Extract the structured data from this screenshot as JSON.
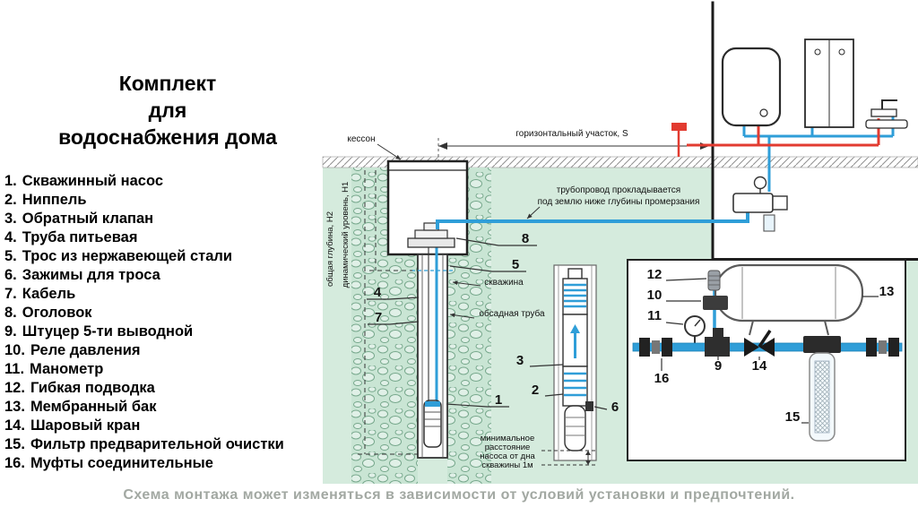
{
  "title": {
    "lines": [
      "Комплект",
      "для",
      "водоснабжения дома"
    ]
  },
  "parts_list": [
    {
      "num": "1.",
      "label": "Скважинный насос"
    },
    {
      "num": "2.",
      "label": "Ниппель"
    },
    {
      "num": "3.",
      "label": "Обратный клапан"
    },
    {
      "num": "4.",
      "label": "Труба питьевая"
    },
    {
      "num": "5.",
      "label": "Трос из нержавеющей стали"
    },
    {
      "num": "6.",
      "label": "Зажимы для троса"
    },
    {
      "num": "7.",
      "label": "Кабель"
    },
    {
      "num": "8.",
      "label": "Оголовок"
    },
    {
      "num": "9.",
      "label": "Штуцер 5-ти выводной"
    },
    {
      "num": "10.",
      "label": "Реле давления"
    },
    {
      "num": "11.",
      "label": "Манометр"
    },
    {
      "num": "12.",
      "label": "Гибкая подводка"
    },
    {
      "num": "13.",
      "label": "Мембранный бак"
    },
    {
      "num": "14.",
      "label": "Шаровый кран"
    },
    {
      "num": "15.",
      "label": "Фильтр предварительной очистки"
    },
    {
      "num": "16.",
      "label": "Муфты соединительные"
    }
  ],
  "diagram": {
    "labels": {
      "kesson": "кессон",
      "horizontal_section": "горизонтальный участок, S",
      "pipeline_note_line1": "трубопровод прокладывается",
      "pipeline_note_line2": "под землю ниже глубины промерзания",
      "total_depth": "общая глубина, Н2",
      "dynamic_level": "динамический уровень, Н1",
      "well": "скважина",
      "casing_pipe": "обсадная труба",
      "min_distance_lines": [
        "минимальное",
        "расстояние",
        "насоса от дна",
        "скважины 1м"
      ]
    },
    "callouts": {
      "pump": "1",
      "nipple": "2",
      "check_valve": "3",
      "drink_pipe": "4",
      "rope": "5",
      "clamps": "6",
      "cable": "7",
      "wellhead": "8",
      "five_way": "9",
      "pressure_relay": "10",
      "manometer": "11",
      "flex_hose": "12",
      "membrane_tank": "13",
      "ball_valve": "14",
      "filter": "15",
      "couplings": "16"
    }
  },
  "footer": {
    "note": "Схема монтажа может изменяться в зависимости от условий установки и предпочтений."
  },
  "colors": {
    "cold_pipe": "#2f9ed8",
    "hot_pipe": "#e23b30",
    "ground_fill": "#d5ebdd",
    "stone_outline": "#76a78b",
    "footer_text": "#a2a8a2"
  }
}
